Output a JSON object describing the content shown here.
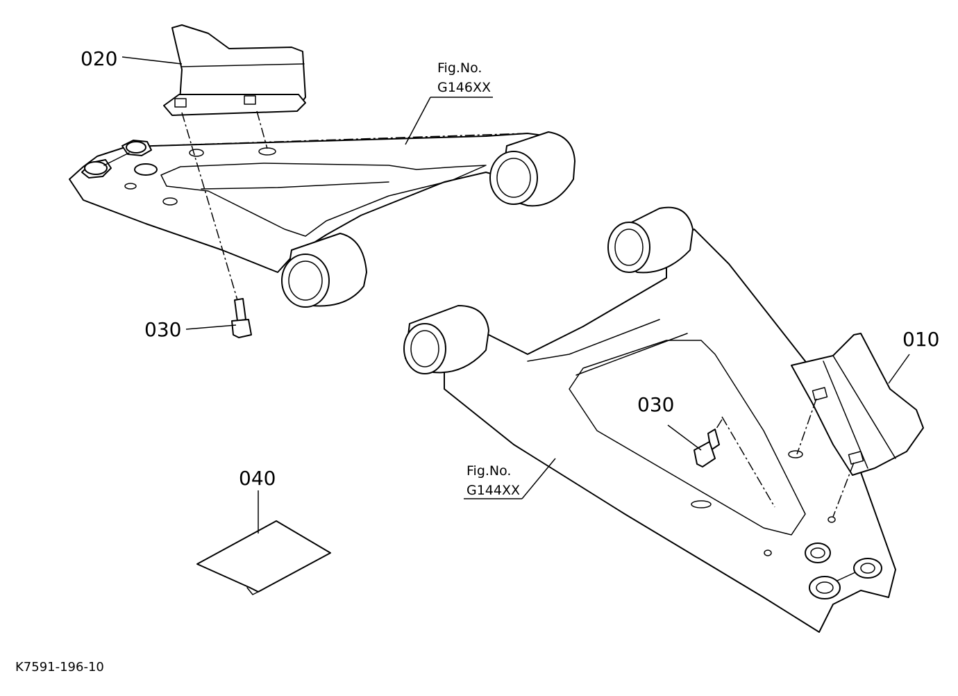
{
  "callouts": {
    "part_010": "010",
    "part_020": "020",
    "part_030_upper": "030",
    "part_030_lower": "030",
    "part_040": "040"
  },
  "figure_refs": {
    "upper_arm": {
      "line1": "Fig.No.",
      "line2": "G146XX"
    },
    "lower_arm": {
      "line1": "Fig.No.",
      "line2": "G144XX"
    }
  },
  "drawing_code": "K7591-196-10"
}
